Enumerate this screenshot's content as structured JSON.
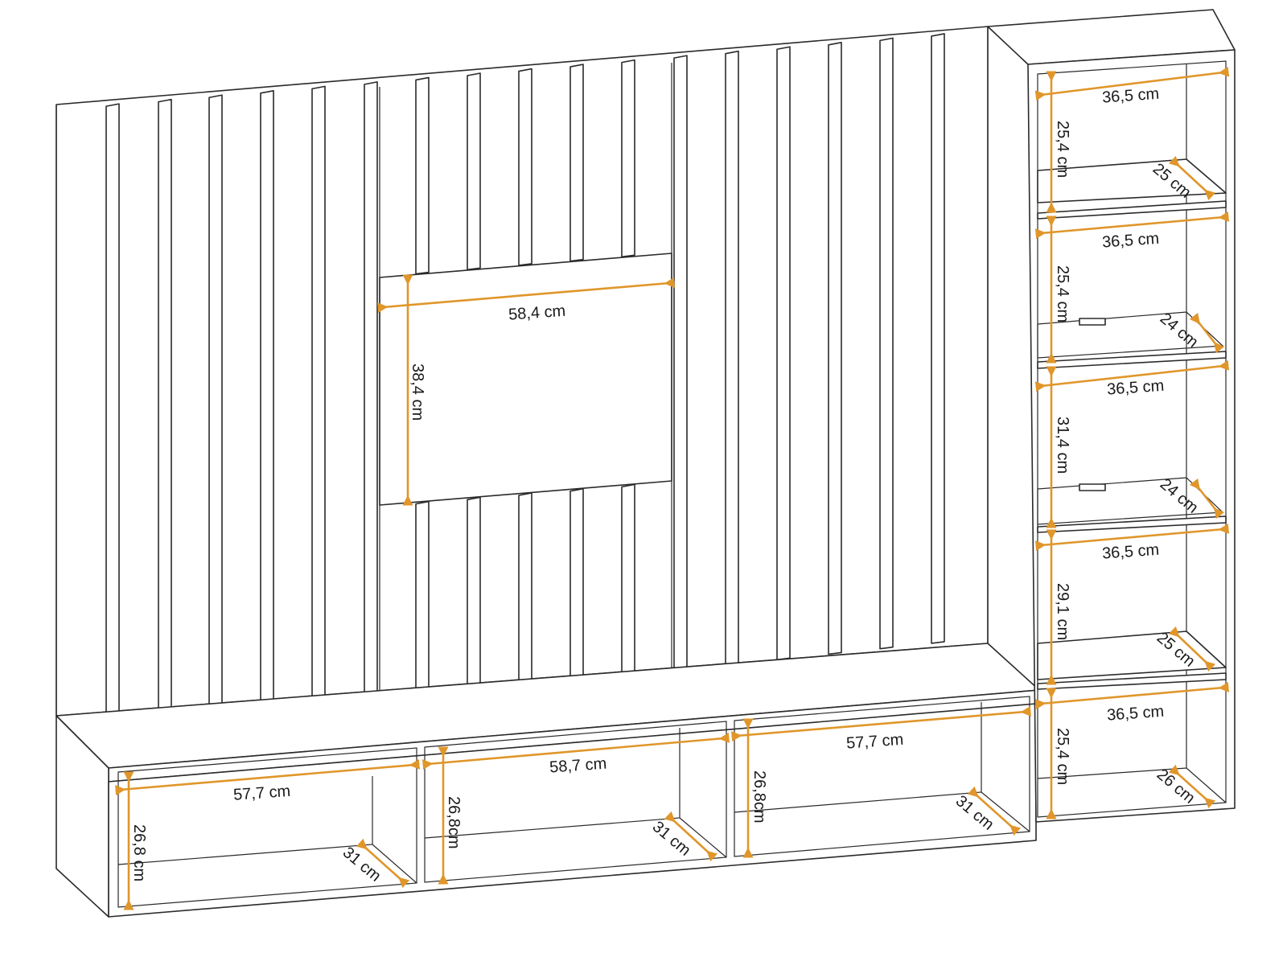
{
  "accent_color": "#e0962a",
  "dimensions": {
    "tv_width": "58,4 cm",
    "tv_height": "38,4 cm",
    "base_left_width": "57,7 cm",
    "base_left_height": "26,8 cm",
    "base_left_depth": "31 cm",
    "base_mid_width": "58,7 cm",
    "base_mid_height": "26,8cm",
    "base_mid_depth": "31 cm",
    "base_right_width": "57,7 cm",
    "base_right_height": "26,8cm",
    "base_right_depth": "31 cm",
    "shelf1_width": "36,5 cm",
    "shelf1_height": "25,4 cm",
    "shelf1_depth": "25 cm",
    "shelf2_width": "36,5 cm",
    "shelf2_height": "25,4 cm",
    "shelf2_depth": "24 cm",
    "shelf3_width": "36,5 cm",
    "shelf3_height": "31,4 cm",
    "shelf3_depth": "24 cm",
    "shelf4_width": "36,5 cm",
    "shelf4_height": "29,1 cm",
    "shelf4_depth": "25 cm",
    "shelf5_width": "36,5 cm",
    "shelf5_height": "25,4 cm",
    "shelf5_depth": "26 cm"
  }
}
